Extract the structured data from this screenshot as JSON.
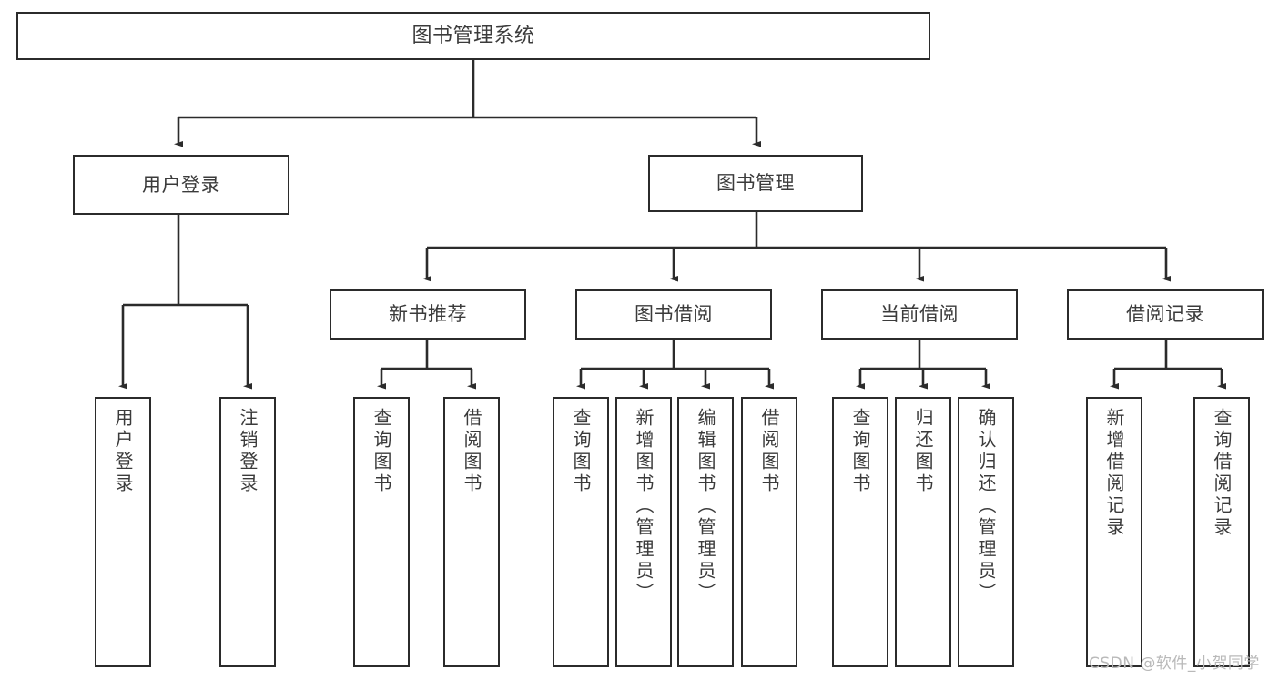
{
  "diagram": {
    "title": "图书管理系统",
    "type": "hierarchy-tree",
    "edge_color": "#2b2b2b",
    "box_border_color": "#2b2b2b",
    "text_color": "#3b3b3b",
    "background_color": "#ffffff",
    "nodes": {
      "root": {
        "label": "图书管理系统"
      },
      "level2": [
        {
          "label": "用户登录"
        },
        {
          "label": "图书管理"
        }
      ],
      "level3": [
        {
          "label": "新书推荐"
        },
        {
          "label": "图书借阅"
        },
        {
          "label": "当前借阅"
        },
        {
          "label": "借阅记录"
        }
      ],
      "leaves": {
        "user_login": [
          {
            "label": "用户登录"
          },
          {
            "label": "注销登录"
          }
        ],
        "new_book_recommend": [
          {
            "label": "查询图书"
          },
          {
            "label": "借阅图书"
          }
        ],
        "book_borrow": [
          {
            "label": "查询图书"
          },
          {
            "label": "新增图书（管理员）"
          },
          {
            "label": "编辑图书（管理员）"
          },
          {
            "label": "借阅图书"
          }
        ],
        "current_borrow": [
          {
            "label": "查询图书"
          },
          {
            "label": "归还图书"
          },
          {
            "label": "确认归还（管理员）"
          }
        ],
        "borrow_record": [
          {
            "label": "新增借阅记录"
          },
          {
            "label": "查询借阅记录"
          }
        ]
      }
    }
  },
  "watermark": {
    "text": "CSDN @软件_小贺同学"
  }
}
